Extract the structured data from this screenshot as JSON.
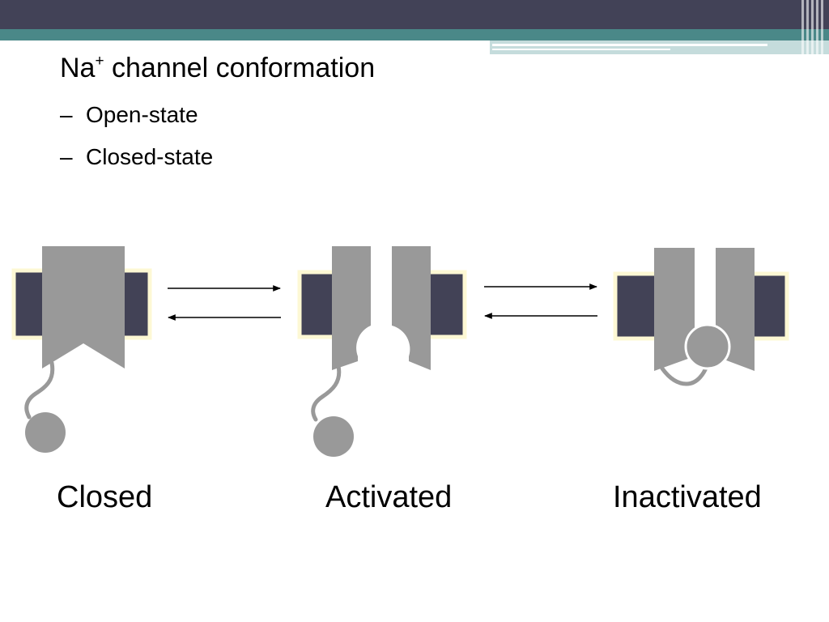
{
  "slide": {
    "title_main": "Na",
    "title_sup": "+",
    "title_rest": " channel conformation",
    "bullets": [
      {
        "dash": "–",
        "text": "Open-state"
      },
      {
        "dash": "–",
        "text": "Closed-state"
      }
    ]
  },
  "diagram": {
    "states": [
      {
        "label": "Closed"
      },
      {
        "label": "Activated"
      },
      {
        "label": "Inactivated"
      }
    ],
    "transitions": [
      "forward-arrow",
      "reverse-arrow"
    ]
  },
  "colors": {
    "header_dark": "#424257",
    "header_teal": "#4a8888",
    "header_light": "#c5dcdc",
    "membrane": "#424256",
    "membrane_outline": "#fdf8d4",
    "channel": "#999999",
    "background": "#ffffff"
  }
}
